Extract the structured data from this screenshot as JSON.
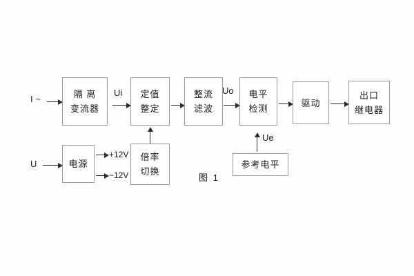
{
  "figure": {
    "caption": "图 1",
    "background": "#fdfdfd",
    "box_border_color": "#9a9a9a",
    "line_color": "#2b2b2b"
  },
  "inputs": {
    "current_label": "I ~",
    "voltage_label": "U"
  },
  "signals": {
    "ui": "Ui",
    "uo": "Uo",
    "ue": "Ue",
    "pos_rail": "+12V",
    "neg_rail": "−12V"
  },
  "blocks": [
    {
      "id": "isolation-ct",
      "line1": "隔 离",
      "line2": "变流器"
    },
    {
      "id": "setting",
      "line1": "定值",
      "line2": "整定"
    },
    {
      "id": "rectifier-filter",
      "line1": "整流",
      "line2": "滤波"
    },
    {
      "id": "level-detect",
      "line1": "电平",
      "line2": "检测"
    },
    {
      "id": "driver",
      "line1": "驱动",
      "line2": ""
    },
    {
      "id": "output-relay",
      "line1": "出口",
      "line2": "继电器"
    },
    {
      "id": "power-supply",
      "line1": "电源",
      "line2": ""
    },
    {
      "id": "ratio-switch",
      "line1": "倍率",
      "line2": "切换"
    },
    {
      "id": "reference-level",
      "line1": "参考电平",
      "line2": ""
    }
  ]
}
